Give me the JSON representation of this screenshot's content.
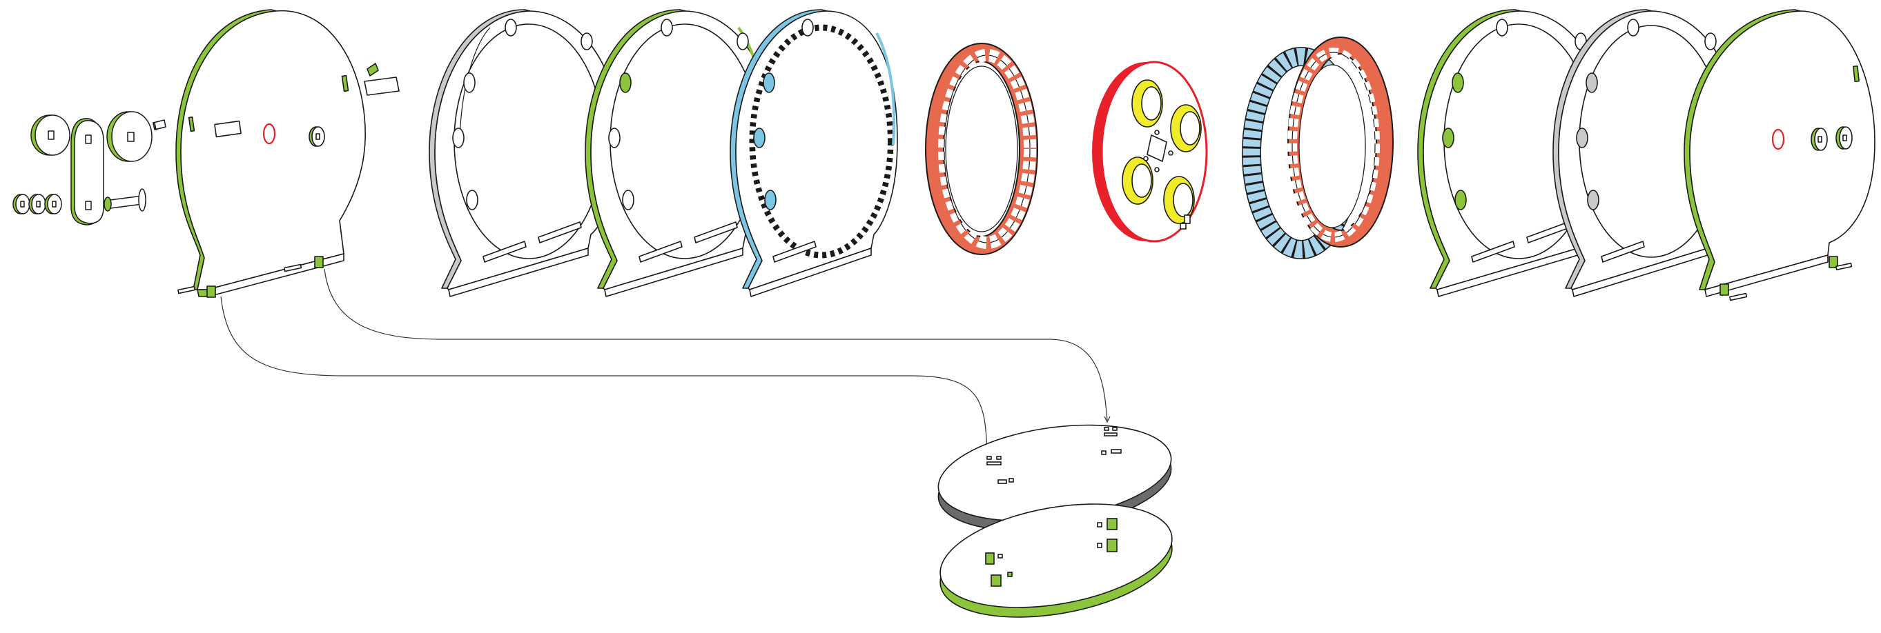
{
  "figure": {
    "kind": "exploded-assembly-drawing",
    "labels": []
  },
  "palette": {
    "outline": "#1a1a1a",
    "face": "#ffffff",
    "edge_green": "#8cc43c",
    "edge_grey": "#c9c9c9",
    "edge_blue": "#7cc6e4",
    "chain_red": "#e86a4e",
    "hub_red": "#e8202a",
    "bearing_yellow": "#f0ec2a",
    "bearing_blue": "#a9d4ea",
    "base_dark": "#6b6b6b"
  },
  "parts": [
    {
      "name": "small-parts-group",
      "edge": "green"
    },
    {
      "name": "left-end-plate",
      "edge": "green"
    },
    {
      "name": "frame-ring",
      "edge": "grey"
    },
    {
      "name": "frame-ring",
      "edge": "green"
    },
    {
      "name": "internal-gear-ring",
      "edge": "blue"
    },
    {
      "name": "roller-chain-ring",
      "edge": "red"
    },
    {
      "name": "hub-with-rollers",
      "edge": "red"
    },
    {
      "name": "bearing-ring",
      "edge": "blue"
    },
    {
      "name": "frame-ring",
      "edge": "green"
    },
    {
      "name": "frame-ring",
      "edge": "grey"
    },
    {
      "name": "right-end-plate",
      "edge": "green"
    },
    {
      "name": "base-top-disc",
      "edge": "grey"
    },
    {
      "name": "base-bottom-disc",
      "edge": "green"
    }
  ]
}
